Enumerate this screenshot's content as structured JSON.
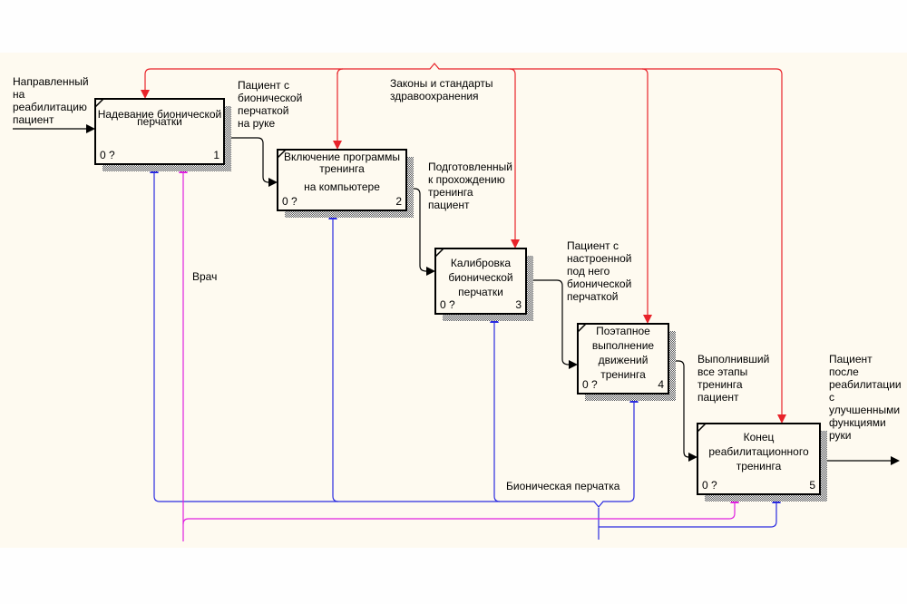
{
  "diagram": {
    "type": "IDEF0",
    "colors": {
      "background": "#fefaf0",
      "page": "#fefefe",
      "flow": "#000000",
      "control": "#e8232a",
      "mechanism_glove": "#2a2ae0",
      "mechanism_doctor": "#e020e0"
    },
    "boxes": [
      {
        "number": "1",
        "cost": "0 ?",
        "lines": [
          "Надевание бионической",
          "перчатки"
        ]
      },
      {
        "number": "2",
        "cost": "0 ?",
        "lines": [
          "Включение программы",
          "тренинга",
          "на компьютере"
        ]
      },
      {
        "number": "3",
        "cost": "0 ?",
        "lines": [
          "Калибровка",
          "бионической",
          "перчатки"
        ]
      },
      {
        "number": "4",
        "cost": "0 ?",
        "lines": [
          "Поэтапное",
          "выполнение",
          "движений",
          "тренинга"
        ]
      },
      {
        "number": "5",
        "cost": "0 ?",
        "lines": [
          "Конец",
          "реабилитационного",
          "тренинга"
        ]
      }
    ],
    "arrow_labels": {
      "input": [
        "Направленный",
        "на",
        "реабилитацию",
        "пациент"
      ],
      "out1": [
        "Пациент с",
        "бионической",
        "перчаткой",
        "на руке"
      ],
      "out2": [
        "Подготовленный",
        "к прохождению",
        "тренинга",
        "пациент"
      ],
      "out3": [
        "Пациент с",
        "настроенной",
        "под него",
        "бионической",
        "перчаткой"
      ],
      "out4": [
        "Выполнивший",
        "все этапы",
        "тренинга",
        "пациент"
      ],
      "output": [
        "Пациент",
        "после",
        "реабилитации",
        "с",
        "улучшенными",
        "функциями",
        "руки"
      ],
      "control": [
        "Законы и стандарты",
        "здравоохранения"
      ],
      "mechanism_doctor": "Врач",
      "mechanism_glove": "Бионическая перчатка"
    }
  }
}
